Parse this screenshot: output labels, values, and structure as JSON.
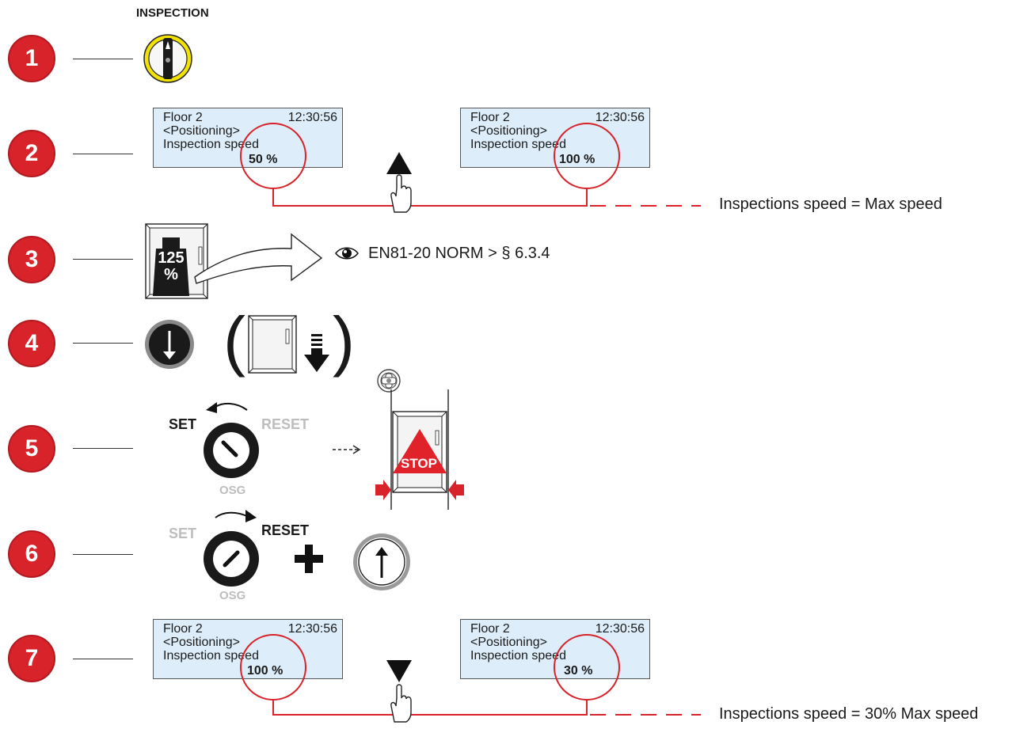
{
  "step1": {
    "label": "1",
    "title": "INSPECTION"
  },
  "step2": {
    "label": "2",
    "left_lcd": {
      "line1": "Floor 2",
      "time": "12:30:56",
      "line2": "<Positioning>",
      "line3": "Inspection speed",
      "value": "50 %"
    },
    "right_lcd": {
      "line1": "Floor 2",
      "time": "12:30:56",
      "line2": "<Positioning>",
      "line3": "Inspection speed",
      "value": "100 %"
    },
    "caption": "Inspections speed = Max speed"
  },
  "step3": {
    "label": "3",
    "weight_value": "125",
    "weight_unit": "%",
    "reference": "EN81-20 NORM > § 6.3.4"
  },
  "step4": {
    "label": "4"
  },
  "step5": {
    "label": "5",
    "set": "SET",
    "reset": "RESET",
    "osg": "OSG",
    "stop": "STOP"
  },
  "step6": {
    "label": "6",
    "set": "SET",
    "reset": "RESET",
    "osg": "OSG"
  },
  "step7": {
    "label": "7",
    "left_lcd": {
      "line1": "Floor 2",
      "time": "12:30:56",
      "line2": "<Positioning>",
      "line3": "Inspection speed",
      "value": "100 %"
    },
    "right_lcd": {
      "line1": "Floor 2",
      "time": "12:30:56",
      "line2": "<Positioning>",
      "line3": "Inspection speed",
      "value": "30 %"
    },
    "caption": "Inspections speed = 30% Max speed"
  },
  "colors": {
    "accent_red": "#d8232a",
    "lcd_bg": "#ddeefa",
    "key_yellow": "#f2e200",
    "muted": "#bdbdbd"
  },
  "icons": [
    "inspection-key-icon",
    "pointing-hand-icon",
    "eye-icon",
    "weight-icon",
    "down-button-icon",
    "up-button-icon",
    "osg-knob-icon",
    "plus-icon",
    "stop-icon",
    "remote-control-icon"
  ]
}
